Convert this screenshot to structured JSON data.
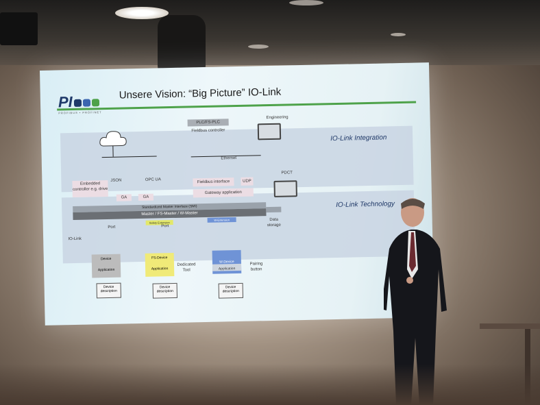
{
  "slide": {
    "title": "Unsere Vision:  “Big Picture” IO-Link",
    "logo_text": "PI",
    "logo_subtext": "PROFIBUS • PROFINET",
    "band_integration_label": "IO-Link Integration",
    "band_technology_label": "IO-Link Technology",
    "plc_label": "PLC/FS-PLC",
    "fieldbus_controller": "Fieldbus controller",
    "engineering": "Engineering",
    "ethernet": "Ethernet",
    "pdct": "PDCT",
    "embedded_controller": "Embedded controller e.g. drive",
    "json": "JSON",
    "opc_ua": "OPC UA",
    "ga1": "GA",
    "ga2": "GA",
    "fieldbus_interface": "Fieldbus interface",
    "udp": "UDP",
    "gateway_application": "Gateway application",
    "sml_bar": "Standardized Master Interface (SMI)",
    "master_bar": "Master / FS-Master / W-Master",
    "safety_extension": "Safety Extension",
    "w_tech_extension": "W-Extension",
    "data_storage": "Data storage",
    "io_link": "IO-Link",
    "port1": "Port",
    "port2": "Port",
    "device": "Device",
    "fs_device": "FS-Device",
    "application1": "Application",
    "application2": "Application",
    "application3": "Application",
    "dedicated_tool": "Dedicated Tool",
    "w_device": "W-Device",
    "pairing_button": "Pairing button",
    "device_description1": "Device description",
    "device_description2": "Device description",
    "device_description3": "Device description"
  },
  "colors": {
    "accent_green": "#4ea24a",
    "band_blue": "#c9d5e3",
    "logo_blue": "#1f3a6a",
    "fs_yellow": "#f0ea78",
    "w_blue": "#6f93d6"
  }
}
